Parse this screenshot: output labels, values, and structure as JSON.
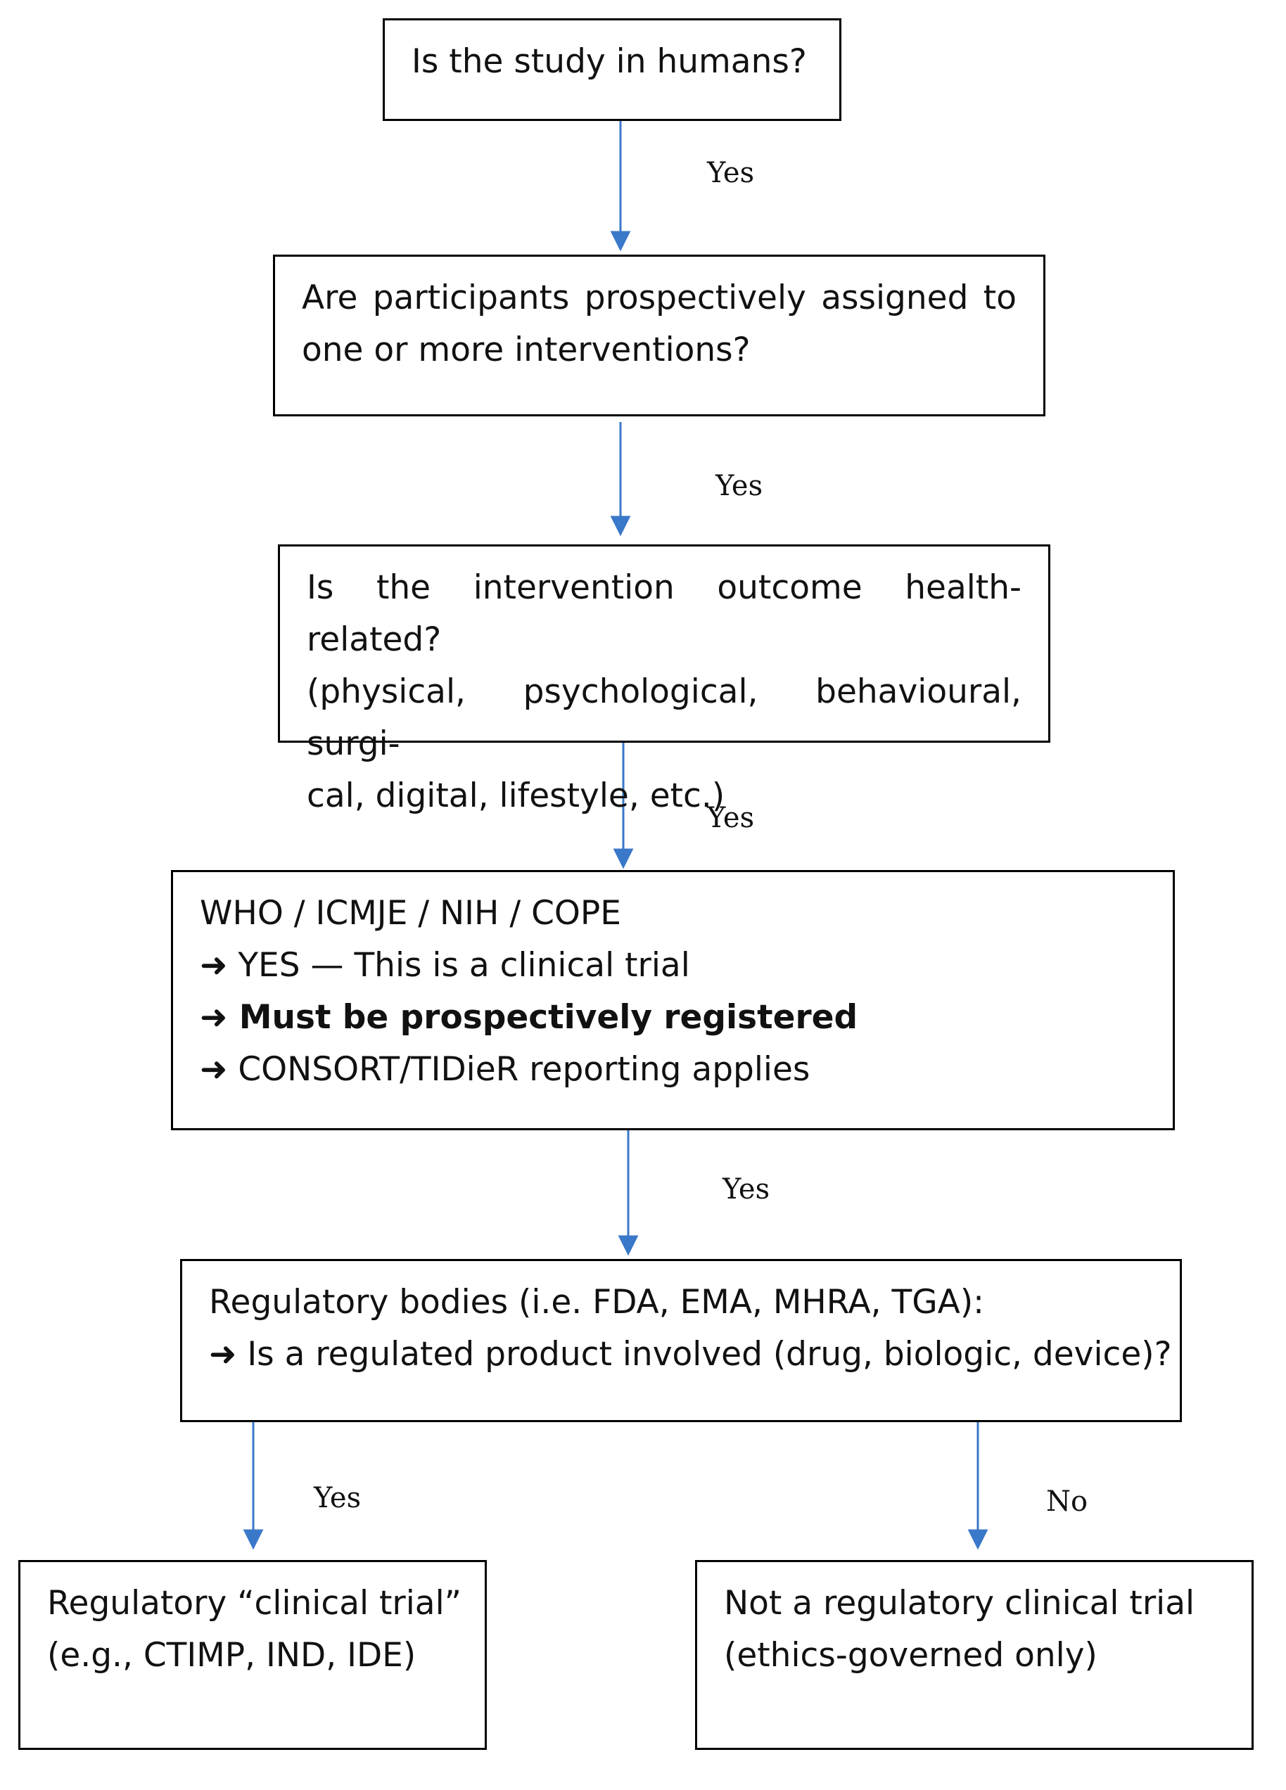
{
  "nodes": {
    "q1": {
      "lines": [
        "Is the study in humans?"
      ]
    },
    "q2": {
      "lines": [
        "Are participants prospectively assigned to",
        "one or more interventions?"
      ]
    },
    "q3": {
      "lines": [
        "Is the intervention outcome health-related?",
        "(physical, psychological, behavioural, surgi-",
        "cal, digital, lifestyle, etc.)"
      ]
    },
    "q4": {
      "lines": [
        "WHO / ICMJE / NIH / COPE",
        "➜ YES — This is a clinical trial",
        "➜ Must be prospectively registered",
        "➜ CONSORT/TIDieR reporting applies"
      ]
    },
    "q5": {
      "lines": [
        "Regulatory bodies (i.e. FDA, EMA, MHRA, TGA):",
        "➜ Is a regulated product involved (drug, biologic, device)?"
      ]
    },
    "yes_outcome": {
      "lines": [
        "Regulatory “clinical trial”",
        "(e.g., CTIMP, IND, IDE)"
      ]
    },
    "no_outcome": {
      "lines": [
        "Not a regulatory clinical trial",
        "(ethics-governed only)"
      ]
    }
  },
  "edges": {
    "e1": "Yes",
    "e2": "Yes",
    "e3": "Yes",
    "e4": "Yes",
    "e5_yes": "Yes",
    "e5_no": "No"
  },
  "colors": {
    "arrow": "#3a78c9",
    "border": "#000000"
  }
}
